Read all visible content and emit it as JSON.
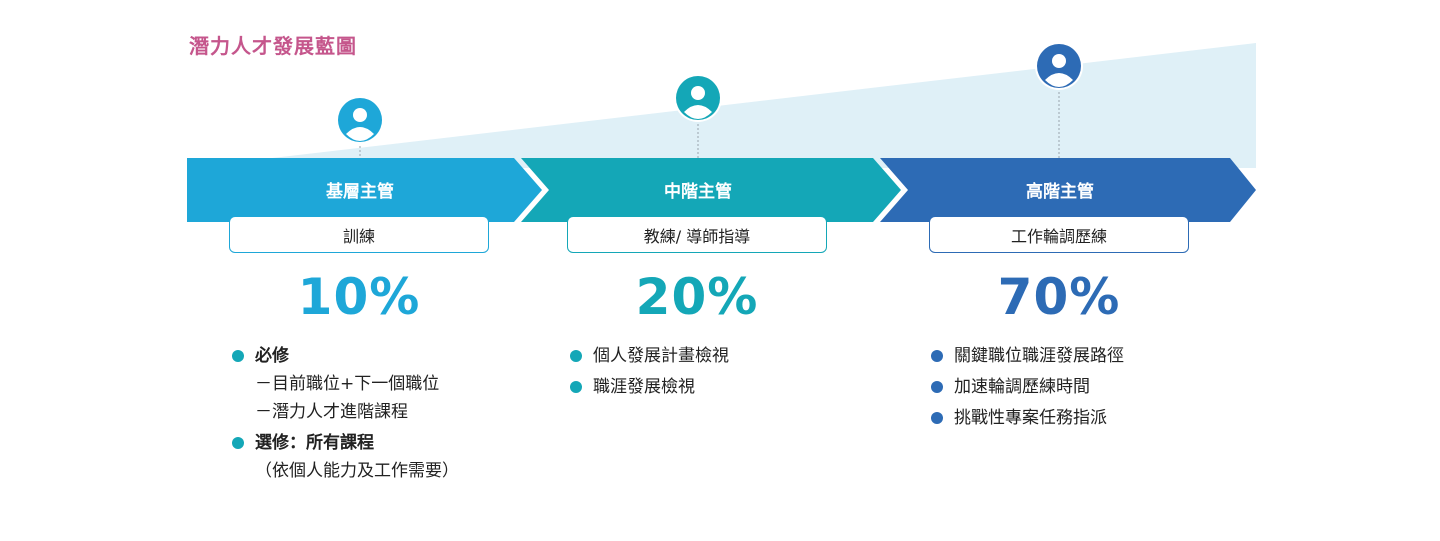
{
  "title": "潛力人才發展藍圖",
  "colors": {
    "title": "#c5568c",
    "stage1": "#1ea7d8",
    "stage2": "#14a7b7",
    "stage3": "#2d6bb5",
    "wedge": "#dff0f7"
  },
  "stages": [
    {
      "label": "基層主管",
      "box": "訓練",
      "percent": "10%",
      "items": [
        {
          "head": "必修",
          "subs": [
            "－目前職位+下一個職位",
            "－潛力人才進階課程"
          ]
        },
        {
          "head": "選修：所有課程",
          "subs": [
            "（依個人能力及工作需要）"
          ]
        }
      ]
    },
    {
      "label": "中階主管",
      "box": "教練/ 導師指導",
      "percent": "20%",
      "items": [
        {
          "text": "個人發展計畫檢視"
        },
        {
          "text": "職涯發展檢視"
        }
      ]
    },
    {
      "label": "高階主管",
      "box": "工作輪調歷練",
      "percent": "70%",
      "items": [
        {
          "text": "關鍵職位職涯發展路徑"
        },
        {
          "text": "加速輪調歷練時間"
        },
        {
          "text": "挑戰性專案任務指派"
        }
      ]
    }
  ]
}
